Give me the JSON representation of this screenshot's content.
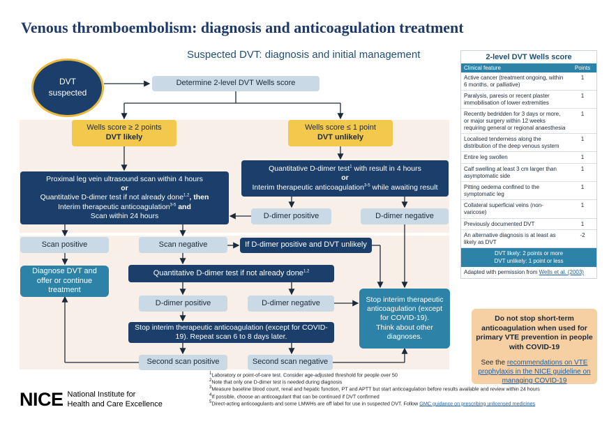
{
  "title": "Venous thromboembolism: diagnosis and anticoagulation treatment",
  "subtitle": "Suspected DVT: diagnosis and initial management",
  "flow": {
    "start": "DVT suspected",
    "determine_wells": "Determine 2-level DVT Wells score",
    "likely_line1": "Wells score ≥ 2 points",
    "likely_line2": "DVT likely",
    "unlikely_line1": "Wells score ≤ 1 point",
    "unlikely_line2": "DVT unlikely",
    "likely_action": {
      "line1": "Proximal leg vein ultrasound scan within 4 hours",
      "or": "or",
      "line3": "Quantitative D-dimer test if not already done",
      "line3_sup": "1,2",
      "line3_bold": ", then",
      "line4": "Interim therapeutic anticoagulation",
      "line4_sup": "3-5",
      "line4_bold": " and",
      "line5": "Scan within 24 hours"
    },
    "unlikely_action": {
      "line1": "Quantitative D-dimer test",
      "line1_sup": "1",
      "line1_rest": " with result in 4 hours",
      "or": "or",
      "line3": "Interim therapeutic anticoagulation",
      "line3_sup": "3-5",
      "line3_rest": " while awaiting result"
    },
    "ddimer_positive_1": "D-dimer positive",
    "ddimer_negative_1": "D-dimer negative",
    "scan_positive": "Scan positive",
    "scan_negative": "Scan negative",
    "if_ddimer_positive": "If D-dimer positive and DVT unlikely",
    "diagnose": "Diagnose DVT and offer or continue treatment",
    "quant_ddimer_2": "Quantitative D-dimer test if not already done",
    "quant_ddimer_2_sup": "1,2",
    "ddimer_positive_2": "D-dimer positive",
    "ddimer_negative_2": "D-dimer negative",
    "stop_interim": "Stop interim therapeutic anticoagulation (except for COVID-19). Repeat scan 6 to 8 days later.",
    "stop_teal": "Stop interim therapeutic anticoagulation (except for COVID-19).\nThink about other diagnoses.",
    "second_scan_positive": "Second scan positive",
    "second_scan_negative": "Second scan negative"
  },
  "wells": {
    "title": "2-level DVT Wells score",
    "col_feature": "Clinical feature",
    "col_points": "Points",
    "rows": [
      {
        "feature": "Active cancer (treatment ongoing, within 6 months, or palliative)",
        "points": "1"
      },
      {
        "feature": "Paralysis, paresis or recent plaster immobilisation of lower extremities",
        "points": "1"
      },
      {
        "feature": "Recently bedridden for 3 days or more, or major surgery within 12 weeks requiring general or regional anaesthesia",
        "points": "1"
      },
      {
        "feature": "Localised tenderness along the distribution of the deep venous system",
        "points": "1"
      },
      {
        "feature": "Entire leg swollen",
        "points": "1"
      },
      {
        "feature": "Calf swelling at least 3 cm larger than asymptomatic side",
        "points": "1"
      },
      {
        "feature": "Pitting oedema confined to the symptomatic leg",
        "points": "1"
      },
      {
        "feature": "Collateral superficial veins (non-varicose)",
        "points": "1"
      },
      {
        "feature": "Previously documented DVT",
        "points": "1"
      },
      {
        "feature": "An alternative diagnosis is at least as likely as DVT",
        "points": "-2"
      }
    ],
    "foot_likely": "DVT likely: 2 points or more",
    "foot_unlikely": "DVT unlikely: 1 point or less",
    "ack_text": "Adapted with permission from ",
    "ack_link": "Wells et al. (2003)"
  },
  "covid": {
    "bold": "Do not stop short-term anticoagulation when used for primary VTE prevention in people with COVID-19",
    "see": "See the ",
    "link": "recommendations on VTE prophylaxis in the NICE guideline on managing COVID-19"
  },
  "footnotes": {
    "n1": "Laboratory or point-of-care test. Consider age-adjusted threshold for people over 50",
    "n2": "Note that only one D-dimer test is needed during diagnosis",
    "n3": "Measure baseline blood count, renal and hepatic function, PT and APTT but start anticoagulation before results available and review within 24 hours",
    "n4": "If possible, choose an anticoagulant that can be continued if DVT confirmed",
    "n5": "Direct-acting anticoagulants and some LMWHs are off label for use in suspected DVT. Follow ",
    "n5_link": "GMC guidance on prescribing unlicensed medicines"
  },
  "logo": {
    "mark": "NICE",
    "line1": "National Institute for",
    "line2": "Health and Care Excellence"
  },
  "colors": {
    "dark_box": "#1b3f6a",
    "light_box": "#c9d9e6",
    "yellow_box": "#f2c94c",
    "teal_box": "#2d82a8",
    "band": "#f9efe9",
    "covid_box": "#f6cfa3",
    "title": "#1e3a6b"
  }
}
